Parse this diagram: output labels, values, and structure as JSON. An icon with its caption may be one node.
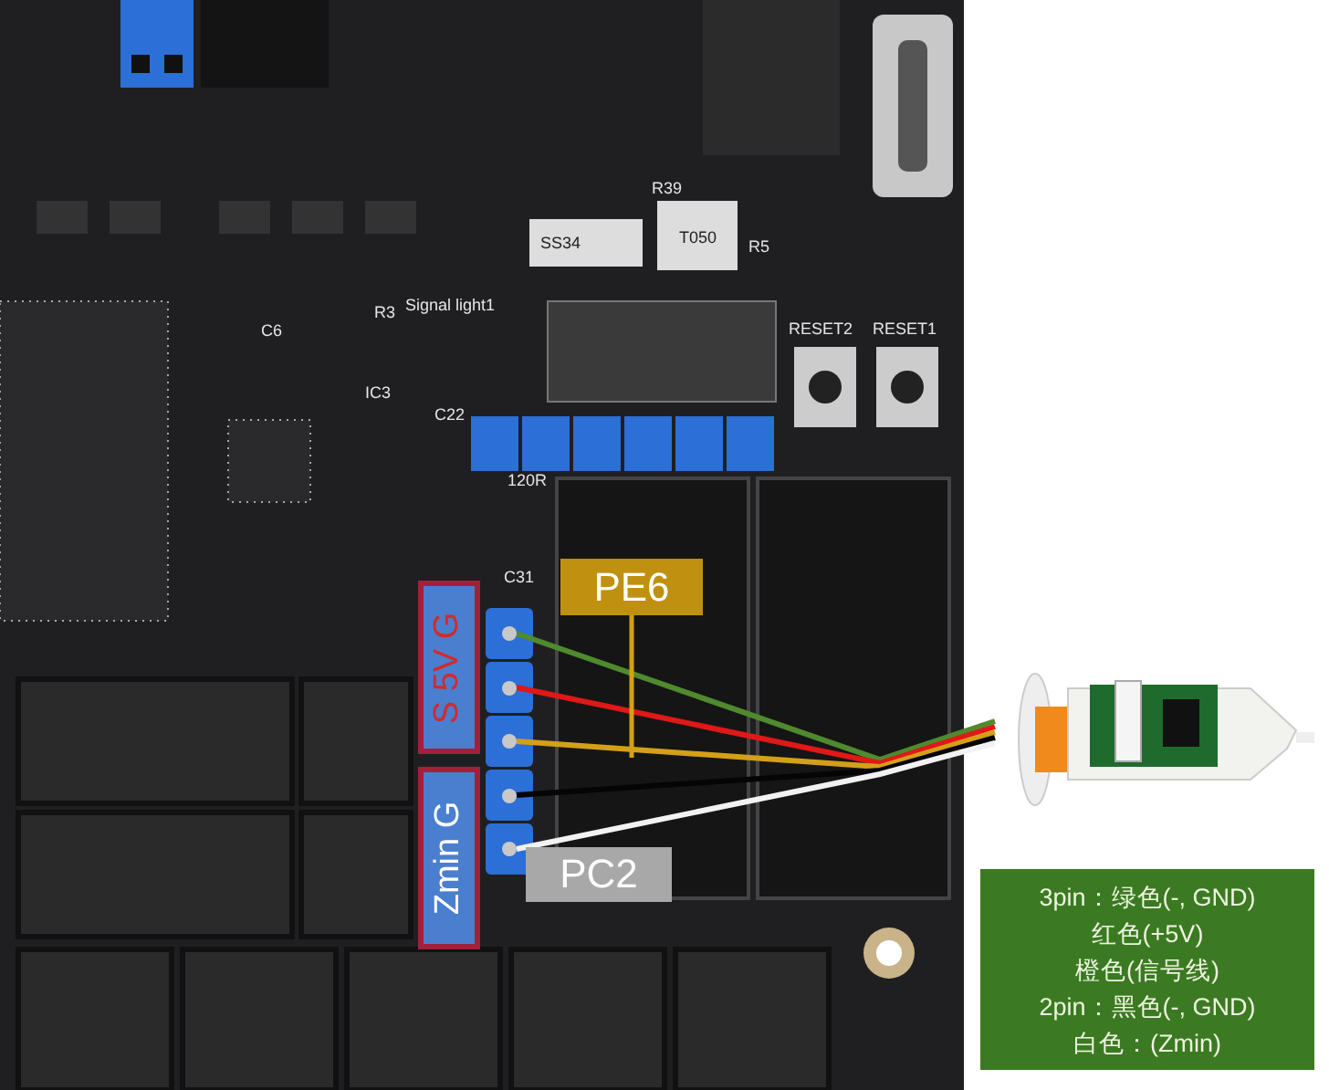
{
  "diagram": {
    "nodes": [
      {
        "text": [
          "S 5V G"
        ]
      },
      {
        "text": [
          "Zmin G"
        ]
      },
      {
        "text": [
          "PE6"
        ]
      },
      {
        "text": [
          "PC2"
        ]
      },
      {
        "text": [],
        "shape": "circle"
      },
      {
        "text": [],
        "shape": "circle"
      },
      {
        "text": [],
        "shape": "circle"
      },
      {
        "text": [],
        "shape": "circle"
      },
      {
        "text": [],
        "shape": "circle"
      },
      {
        "text": [],
        "shape": "picture"
      },
      {
        "text": [
          "3pin：绿色(-, GND)",
          "红色(+5V)",
          "橙色(信号线)",
          "2pin：黑色(-, GND)",
          "白色：(Zmin)"
        ]
      }
    ],
    "edges": [
      {
        "from": 4,
        "to": 9,
        "arrow": "none",
        "color": "#4f8a2e"
      },
      {
        "from": 5,
        "to": 9,
        "arrow": "none",
        "color": "#e01818"
      },
      {
        "from": 6,
        "to": 9,
        "arrow": "none",
        "color": "#d4a017"
      },
      {
        "from": 7,
        "to": 9,
        "arrow": "none",
        "color": "#050505"
      },
      {
        "from": 8,
        "to": 9,
        "arrow": "none",
        "color": "#f2f2f2"
      },
      {
        "from": 2,
        "to": null,
        "arrow": "none",
        "color": "#d4a017"
      }
    ],
    "labels": [
      "R39",
      "SS34",
      "T050",
      "R5",
      "RESET2",
      "RESET1",
      "R3",
      "Signal light1",
      "C6",
      "IC3",
      "C22",
      "120R",
      "C31"
    ]
  }
}
